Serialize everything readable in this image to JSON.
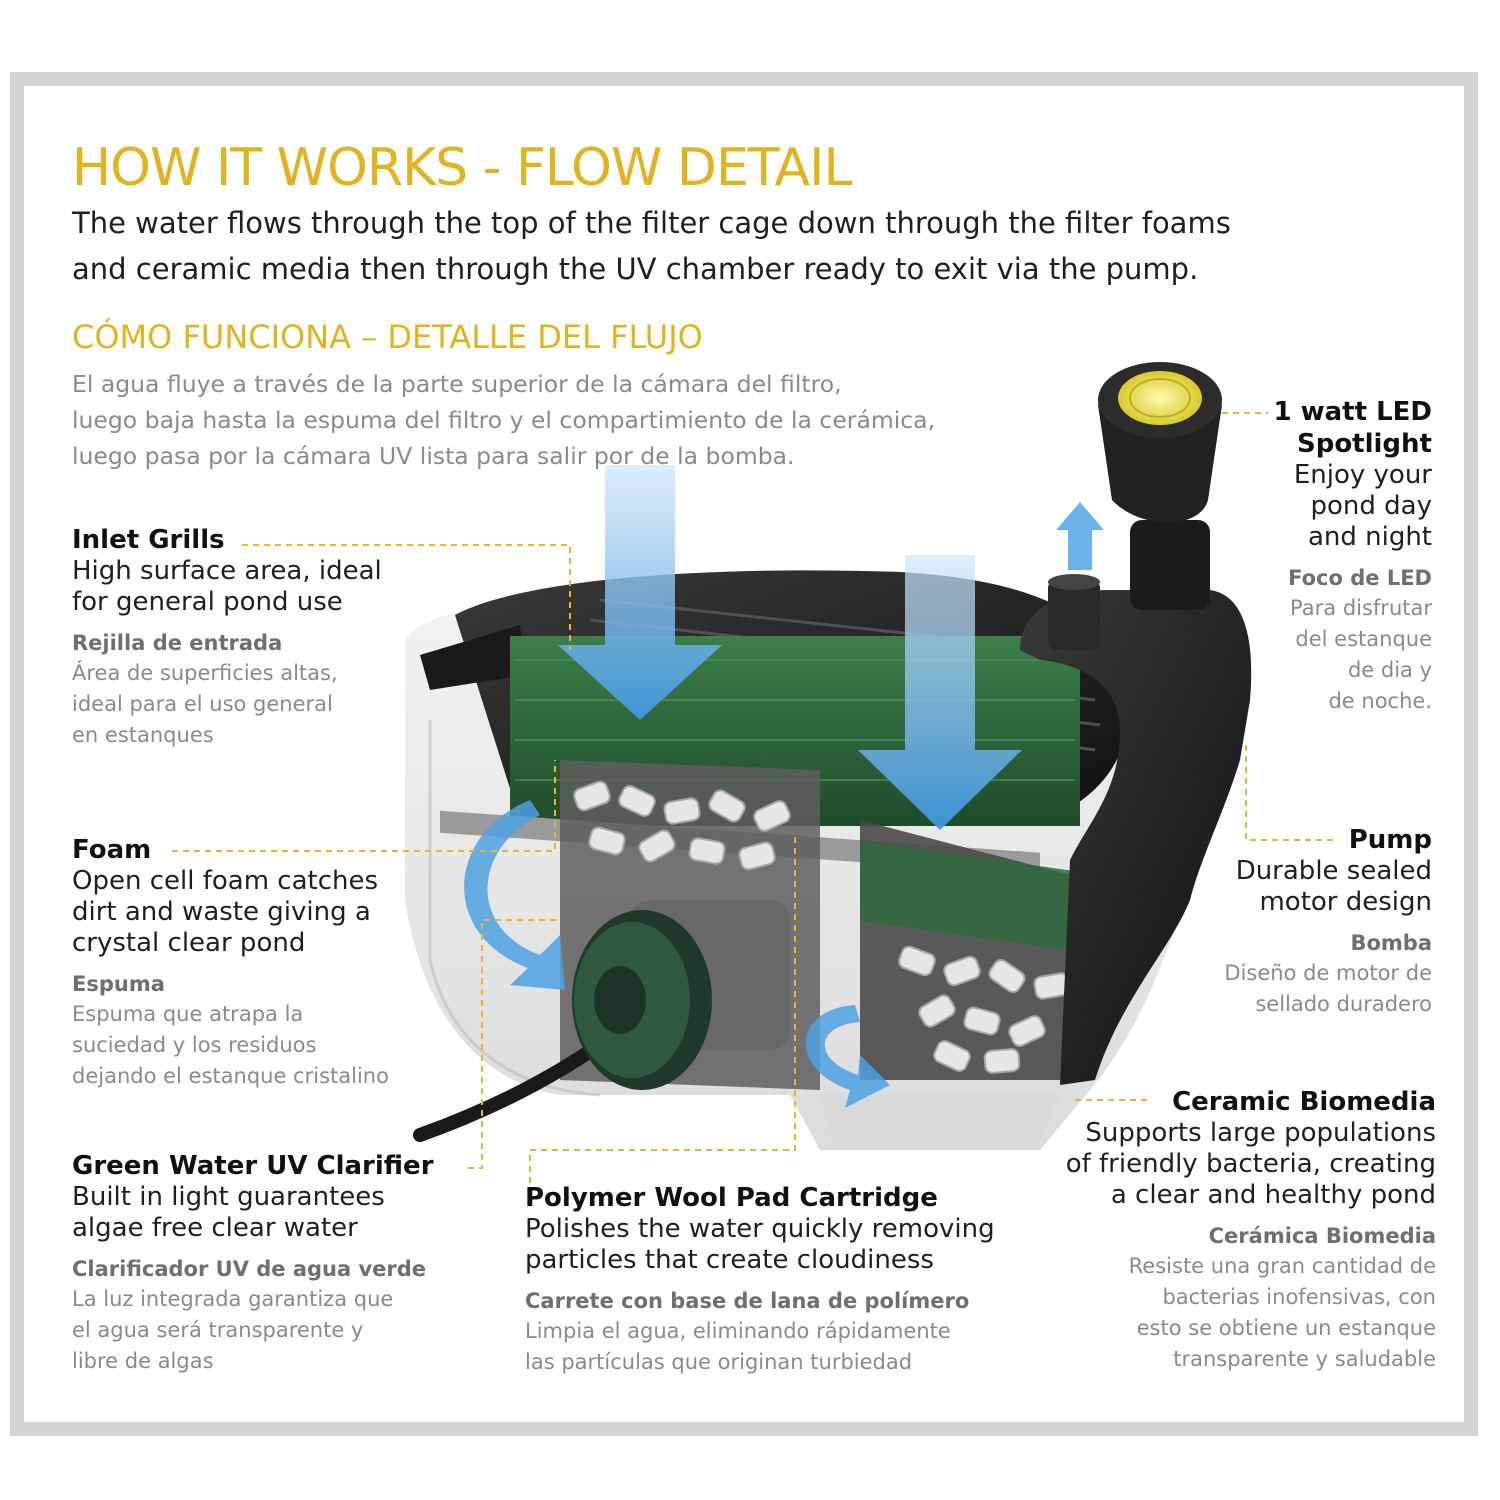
{
  "header": {
    "title_en": "HOW IT WORKS - FLOW DETAIL",
    "intro_en_line1": "The water flows through the top of the filter cage down through the filter foams",
    "intro_en_line2": "and ceramic media then through the UV chamber ready to exit via the pump.",
    "title_es": "CÓMO FUNCIONA – DETALLE DEL FLUJO",
    "intro_es_line1": "El agua fluye a través de la parte superior de la cámara del filtro,",
    "intro_es_line2": "luego baja hasta la espuma del filtro y el compartimiento de la cerámica,",
    "intro_es_line3": "luego pasa por la cámara UV lista para salir por de la bomba."
  },
  "labels": {
    "inlet": {
      "title": "Inlet Grills",
      "line1": "High surface area, ideal",
      "line2": "for general pond use",
      "es_title": "Rejilla de entrada",
      "es_line1": "Área de superficies altas,",
      "es_line2": "ideal para el uso general",
      "es_line3": "en estanques"
    },
    "foam": {
      "title": "Foam",
      "line1": "Open cell foam catches",
      "line2": "dirt and waste giving a",
      "line3": "crystal clear pond",
      "es_title": "Espuma",
      "es_line1": "Espuma que atrapa la",
      "es_line2": "suciedad y los residuos",
      "es_line3": "dejando el estanque cristalino"
    },
    "uv": {
      "title": "Green Water UV Clarifier",
      "line1": "Built in light guarantees",
      "line2": "algae free clear water",
      "es_title": "Clarificador UV de agua verde",
      "es_line1": "La luz integrada garantiza que",
      "es_line2": "el agua será transparente y",
      "es_line3": "libre de algas"
    },
    "polymer": {
      "title": "Polymer Wool Pad Cartridge",
      "line1": "Polishes the water quickly removing",
      "line2": "particles that create cloudiness",
      "es_title": "Carrete con base de lana de polímero",
      "es_line1": "Limpia el agua, eliminando rápidamente",
      "es_line2": "las partículas que originan turbiedad"
    },
    "led": {
      "title_line1": "1 watt LED",
      "title_line2": "Spotlight",
      "line1": "Enjoy your",
      "line2": "pond day",
      "line3": "and night",
      "es_title": "Foco de LED",
      "es_line1": "Para disfrutar",
      "es_line2": "del estanque",
      "es_line3": "de dia y",
      "es_line4": "de noche."
    },
    "pump": {
      "title": "Pump",
      "line1": "Durable sealed",
      "line2": "motor design",
      "es_title": "Bomba",
      "es_line1": "Diseño de motor de",
      "es_line2": "sellado duradero"
    },
    "ceramic": {
      "title": "Ceramic Biomedia",
      "line1": "Supports large populations",
      "line2": "of friendly bacteria, creating",
      "line3": "a clear and healthy pond",
      "es_title": "Cerámica Biomedia",
      "es_line1": "Resiste una gran cantidad de",
      "es_line2": "bacterias inofensivas, con",
      "es_line3": "esto se obtiene un estanque",
      "es_line4": "transparente y saludable"
    }
  },
  "colors": {
    "accent_gold": "#e1b41f",
    "flow_blue": "#5aa9e6",
    "foam_green": "#2f6a3c",
    "body_dark": "#1e1e1e"
  }
}
